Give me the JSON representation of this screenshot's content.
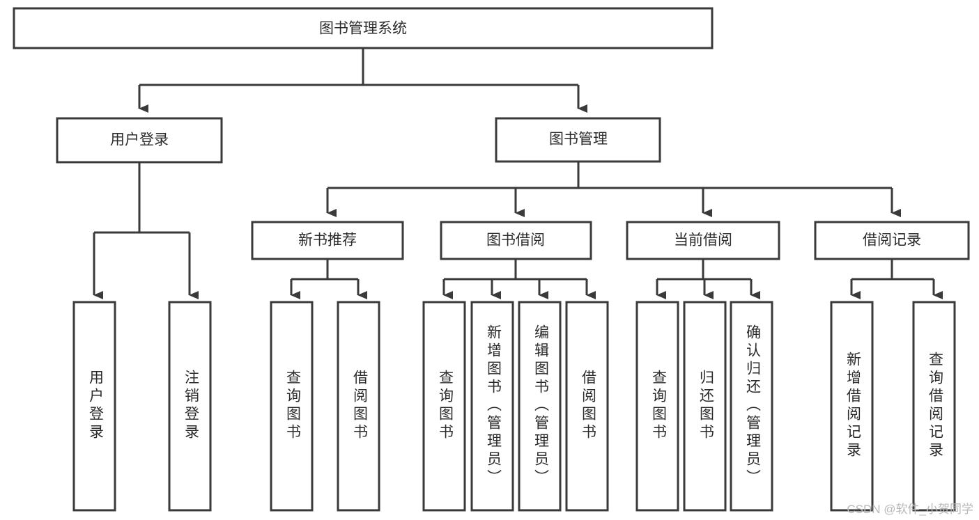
{
  "diagram": {
    "type": "tree-hierarchy-chart",
    "title": "图书管理系统",
    "orientation": "top-down",
    "watermark": "CSDN @软件_小贺同学",
    "levels": [
      {
        "level": 1,
        "nodes": [
          {
            "id": "root",
            "label": "图书管理系统",
            "text_orientation": "horizontal"
          }
        ]
      },
      {
        "level": 2,
        "nodes": [
          {
            "id": "user-login",
            "label": "用户登录",
            "parent": "root",
            "text_orientation": "horizontal"
          },
          {
            "id": "book-manage",
            "label": "图书管理",
            "parent": "root",
            "text_orientation": "horizontal"
          }
        ]
      },
      {
        "level": 3,
        "nodes": [
          {
            "id": "new-book-rec",
            "label": "新书推荐",
            "parent": "book-manage",
            "text_orientation": "horizontal"
          },
          {
            "id": "book-borrow",
            "label": "图书借阅",
            "parent": "book-manage",
            "text_orientation": "horizontal"
          },
          {
            "id": "current-borrow",
            "label": "当前借阅",
            "parent": "book-manage",
            "text_orientation": "horizontal"
          },
          {
            "id": "borrow-record",
            "label": "借阅记录",
            "parent": "book-manage",
            "text_orientation": "horizontal"
          }
        ]
      },
      {
        "level": 4,
        "nodes": [
          {
            "id": "leaf-1",
            "label": "用户登录",
            "parent": "user-login",
            "text_orientation": "vertical"
          },
          {
            "id": "leaf-2",
            "label": "注销登录",
            "parent": "user-login",
            "text_orientation": "vertical"
          },
          {
            "id": "leaf-3",
            "label": "查询图书",
            "parent": "new-book-rec",
            "text_orientation": "vertical"
          },
          {
            "id": "leaf-4",
            "label": "借阅图书",
            "parent": "new-book-rec",
            "text_orientation": "vertical"
          },
          {
            "id": "leaf-5",
            "label": "查询图书",
            "parent": "book-borrow",
            "text_orientation": "vertical"
          },
          {
            "id": "leaf-6",
            "label": "新增图书（管理员）",
            "parent": "book-borrow",
            "text_orientation": "vertical"
          },
          {
            "id": "leaf-7",
            "label": "编辑图书（管理员）",
            "parent": "book-borrow",
            "text_orientation": "vertical"
          },
          {
            "id": "leaf-8",
            "label": "借阅图书",
            "parent": "book-borrow",
            "text_orientation": "vertical"
          },
          {
            "id": "leaf-9",
            "label": "查询图书",
            "parent": "current-borrow",
            "text_orientation": "vertical"
          },
          {
            "id": "leaf-10",
            "label": "归还图书",
            "parent": "current-borrow",
            "text_orientation": "vertical"
          },
          {
            "id": "leaf-11",
            "label": "确认归还（管理员）",
            "parent": "current-borrow",
            "text_orientation": "vertical"
          },
          {
            "id": "leaf-12",
            "label": "新增借阅记录",
            "parent": "borrow-record",
            "text_orientation": "vertical"
          },
          {
            "id": "leaf-13",
            "label": "查询借阅记录",
            "parent": "borrow-record",
            "text_orientation": "vertical"
          }
        ]
      }
    ],
    "colors": {
      "box_stroke": "#3a3a3a",
      "box_fill": "#ffffff",
      "connector": "#3a3a3a",
      "label_text": "#2b2b2b",
      "background": "#ffffff",
      "watermark_text": "#b8b8b8"
    }
  }
}
